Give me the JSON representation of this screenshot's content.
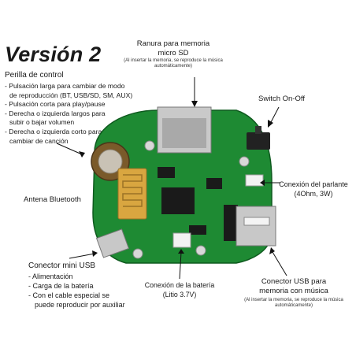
{
  "title": "Versión 2",
  "perilla": {
    "heading": "Perilla de control",
    "items": [
      "- Pulsación larga para cambiar de modo",
      "  de reproducción (BT, USB/SD, SM, AUX)",
      "- Pulsación corta para play/pause",
      "- Derecha o izquierda largos para",
      "  subir o bajar volumen",
      "- Derecha o izquierda corto para",
      "  cambiar de canción"
    ]
  },
  "ranura": {
    "line1": "Ranura para memoria",
    "line2": "micro SD",
    "note1": "(Al insertar la memoria, se reproduce la música",
    "note2": "automáticamente)"
  },
  "switch": {
    "label": "Switch On-Off"
  },
  "antena": {
    "label": "Antena Bluetooth"
  },
  "parlante": {
    "line1": "Conexión del parlante",
    "line2": "(4Ohm, 3W)"
  },
  "mini_usb": {
    "heading": "Conector mini USB",
    "items": [
      "- Alimentación",
      "- Carga de la batería",
      "- Con el cable especial se",
      "  puede reproducir por auxiliar"
    ]
  },
  "bateria": {
    "line1": "Conexión de la batería",
    "line2": "(Litio 3.7V)"
  },
  "usb": {
    "line1": "Conector USB para",
    "line2": "memoria con música",
    "note1": "(Al insertar la memoria, se reproduce la música",
    "note2": "automáticamente)"
  }
}
